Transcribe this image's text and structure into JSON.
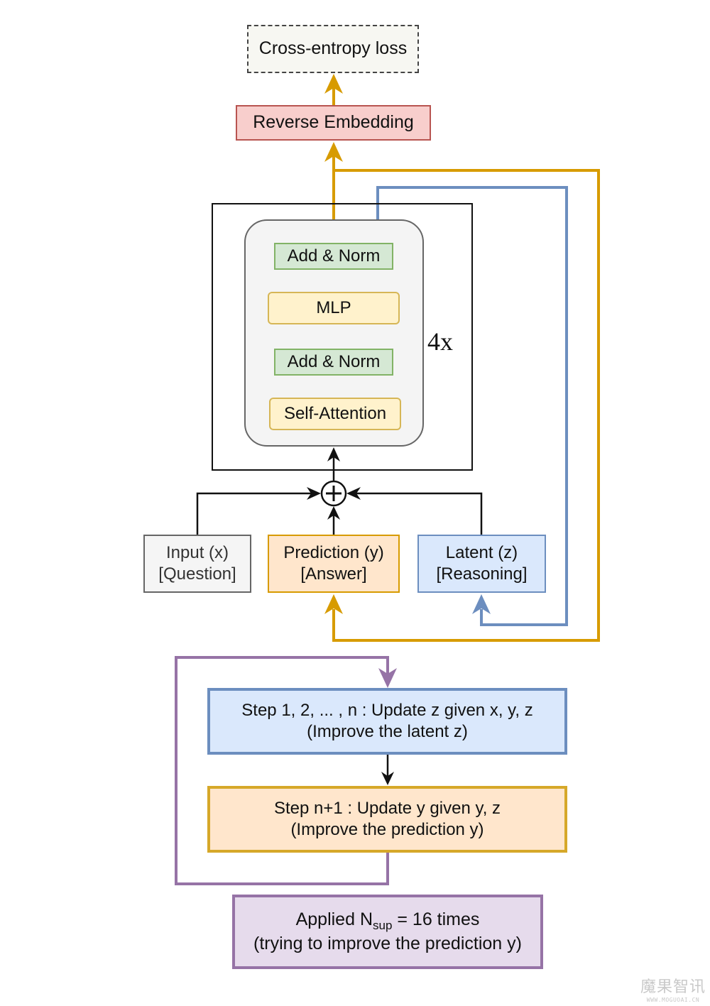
{
  "diagram": {
    "loss": {
      "label": "Cross-entropy loss"
    },
    "reverse_embedding": {
      "label": "Reverse Embedding"
    },
    "block": {
      "repeat_label": "4x",
      "layers": [
        {
          "label": "Add & Norm"
        },
        {
          "label": "MLP"
        },
        {
          "label": "Add & Norm"
        },
        {
          "label": "Self-Attention"
        }
      ]
    },
    "sum_node": {
      "symbol": "+"
    },
    "inputs": {
      "input": {
        "line1": "Input (x)",
        "line2": "[Question]"
      },
      "prediction": {
        "line1": "Prediction (y)",
        "line2": "[Answer]"
      },
      "latent": {
        "line1": "Latent (z)",
        "line2": "[Reasoning]"
      }
    },
    "steps": {
      "step1": {
        "line1": "Step 1, 2, ... , n : Update z given x, y, z",
        "line2": "(Improve the latent z)"
      },
      "step2": {
        "line1": "Step n+1 : Update y given y, z",
        "line2": "(Improve the prediction y)"
      }
    },
    "applied": {
      "prefix": "Applied N",
      "subscript": "sup",
      "suffix": " = 16 times",
      "line2": "(trying to improve the prediction y)"
    },
    "colors": {
      "orange_flow": "#d79b00",
      "blue_flow": "#6c8ebf",
      "purple_flow": "#9673a6",
      "black_flow": "#111111"
    }
  },
  "watermark": {
    "chinese": "魔果智讯",
    "url": "WWW.MOGUOAI.CN"
  }
}
